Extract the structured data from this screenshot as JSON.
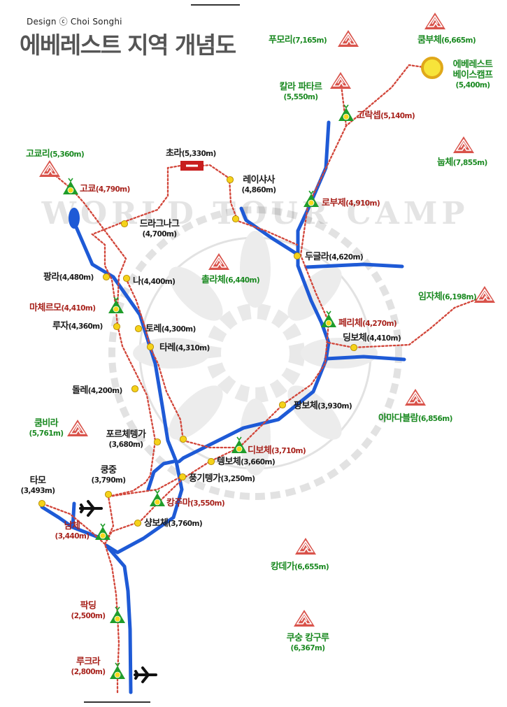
{
  "credit": "Design ⓒ Choi Songhi",
  "title": "에베레스트 지역 개념도",
  "watermark": "WORLD TOUR CAMP",
  "colors": {
    "river": "#1e5ad6",
    "trail": "#d2463a",
    "peak_fill": "#d9534b",
    "label_green": "#1b8a22",
    "label_red": "#a8231d",
    "village_dot": "#f5d21a",
    "camp_tent": "#1f9d2a",
    "basecamp_sun": "#f2c21a"
  },
  "peaks": {
    "pumori": {
      "name": "푸모리",
      "elev": "(7,165m)"
    },
    "kumbutse": {
      "name": "쿰부체",
      "elev": "(6,665m)"
    },
    "kalapatthar": {
      "name": "칼라 파타르",
      "elev": "(5,550m)"
    },
    "nuptse": {
      "name": "눕체",
      "elev": "(7,855m)"
    },
    "gokyori": {
      "name": "고쿄리",
      "elev": "(5,360m)"
    },
    "cholatse": {
      "name": "촐라체",
      "elev": "(6,440m)"
    },
    "imjatse": {
      "name": "임자체",
      "elev": "(6,198m)"
    },
    "amadablam": {
      "name": "아마다블람",
      "elev": "(6,856m)"
    },
    "kumbila": {
      "name": "쿰비라",
      "elev": "(5,761m)"
    },
    "kangtega": {
      "name": "캉데가",
      "elev": "(6,655m)"
    },
    "kusumkanguru": {
      "name": "쿠숭 캉구루",
      "elev": "(6,367m)"
    }
  },
  "basecamp": {
    "line1": "에베레스트",
    "line2": "베이스캠프",
    "elev": "(5,400m)"
  },
  "camps": {
    "gorakshep": {
      "name": "고락셉",
      "elev": "(5,140m)"
    },
    "gokyo": {
      "name": "고쿄",
      "elev": "(4,790m)"
    },
    "lobuche": {
      "name": "로부제",
      "elev": "(4,910m)"
    },
    "machermo": {
      "name": "마체르모",
      "elev": "(4,410m)"
    },
    "pheriche": {
      "name": "페리체",
      "elev": "(4,270m)"
    },
    "debuche": {
      "name": "디보체",
      "elev": "(3,710m)"
    },
    "khumjung": {
      "name": "캉주마",
      "elev": "(3,550m)"
    },
    "namche": {
      "name": "남체",
      "elev": "(3,440m)"
    },
    "phakding": {
      "name": "팍딩",
      "elev": "(2,500m)"
    },
    "lukla": {
      "name": "루크라",
      "elev": "(2,800m)"
    }
  },
  "villages": {
    "chola": {
      "name": "초라",
      "elev": "(5,330m)"
    },
    "lhasasa": {
      "name": "레이샤사",
      "elev": "(4,860m)"
    },
    "dragnag": {
      "name": "드라그나그",
      "elev": "(4,700m)"
    },
    "dughla": {
      "name": "두글라",
      "elev": "(4,620m)"
    },
    "phangra": {
      "name": "팡라",
      "elev": "(4,480m)"
    },
    "na": {
      "name": "나",
      "elev": "(4,400m)"
    },
    "luza": {
      "name": "루자",
      "elev": "(4,360m)"
    },
    "tore": {
      "name": "토레",
      "elev": "(4,300m)"
    },
    "tare": {
      "name": "타레",
      "elev": "(4,310m)"
    },
    "dingboche": {
      "name": "딩보체",
      "elev": "(4,410m)"
    },
    "dole": {
      "name": "돌레",
      "elev": "(4,200m)"
    },
    "pangboche": {
      "name": "팡보체",
      "elev": "(3,930m)"
    },
    "phortse": {
      "name": "포르체텡가",
      "elev": "(3,680m)"
    },
    "tengboche": {
      "name": "텡보체",
      "elev": "(3,660m)"
    },
    "kunjung": {
      "name": "쿵중",
      "elev": "(3,790m)"
    },
    "phungki": {
      "name": "풍기텡가",
      "elev": "(3,250m)"
    },
    "thamo": {
      "name": "타모",
      "elev": "(3,493m)"
    },
    "syangboche": {
      "name": "샹보체",
      "elev": "(3,760m)"
    }
  }
}
